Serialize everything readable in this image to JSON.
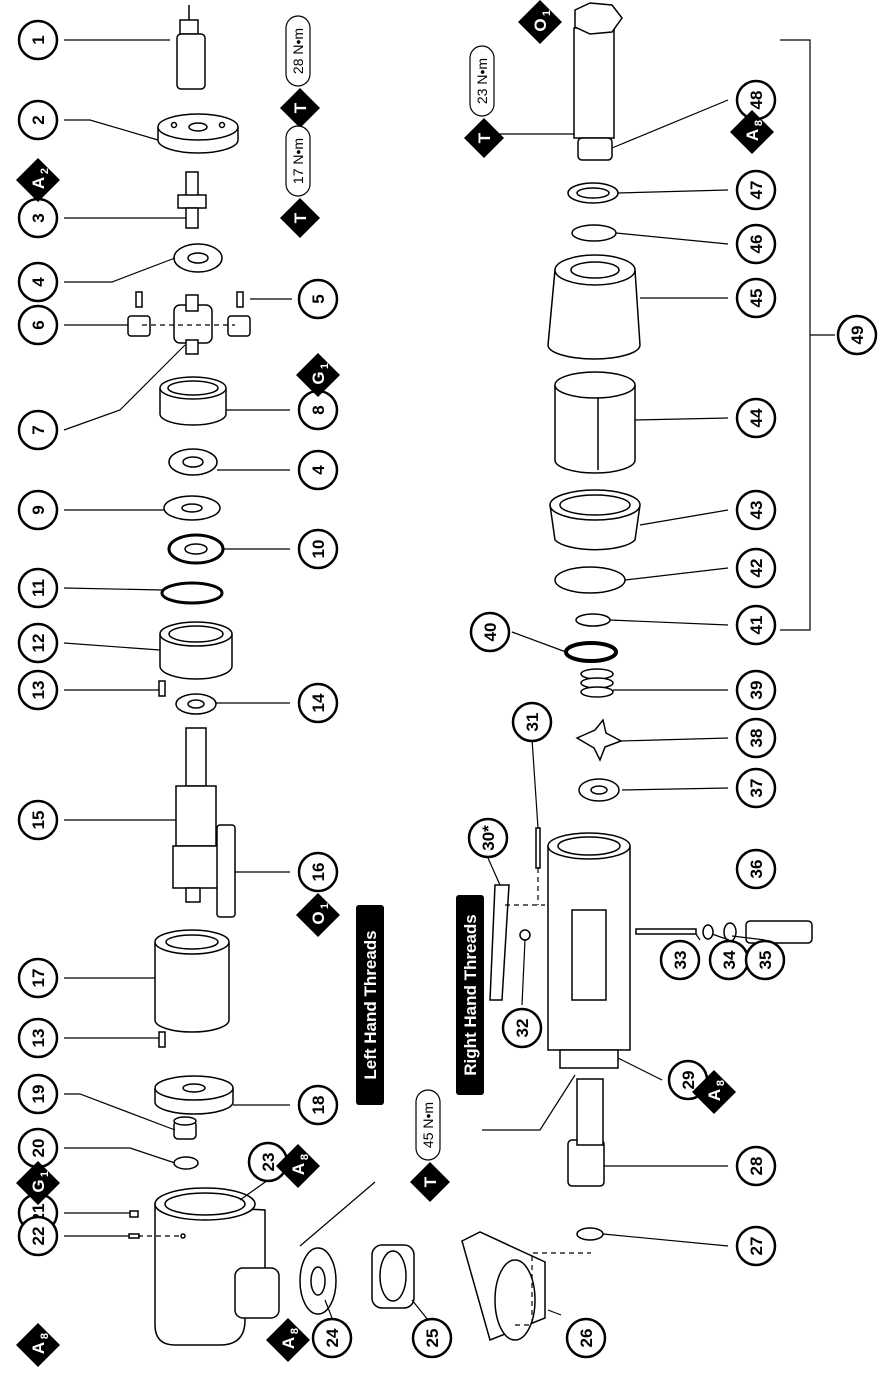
{
  "callouts": [
    "1",
    "2",
    "3",
    "4",
    "5",
    "6",
    "7",
    "8",
    "4",
    "9",
    "10",
    "11",
    "12",
    "13",
    "14",
    "15",
    "16",
    "17",
    "13",
    "19",
    "18",
    "20",
    "23",
    "21",
    "22",
    "24",
    "25",
    "26",
    "27",
    "28",
    "29",
    "30*",
    "31",
    "32",
    "33",
    "34",
    "35",
    "36",
    "37",
    "38",
    "39",
    "40",
    "41",
    "42",
    "43",
    "44",
    "45",
    "46",
    "47",
    "48",
    "49"
  ],
  "torques": [
    "28 N•m",
    "17 N•m",
    "23 N•m",
    "45 N•m"
  ],
  "lubricants": [
    {
      "main": "A",
      "sub": "2"
    },
    {
      "main": "G",
      "sub": "1"
    },
    {
      "main": "O",
      "sub": "1"
    },
    {
      "main": "G",
      "sub": "1"
    },
    {
      "main": "A",
      "sub": "8"
    },
    {
      "main": "A",
      "sub": "8"
    },
    {
      "main": "A",
      "sub": "8"
    },
    {
      "main": "O",
      "sub": "1"
    },
    {
      "main": "A",
      "sub": "8"
    },
    {
      "main": "A",
      "sub": "8"
    }
  ],
  "torque_marker": "T",
  "thread_labels": [
    "Left Hand Threads",
    "Right Hand Threads"
  ]
}
